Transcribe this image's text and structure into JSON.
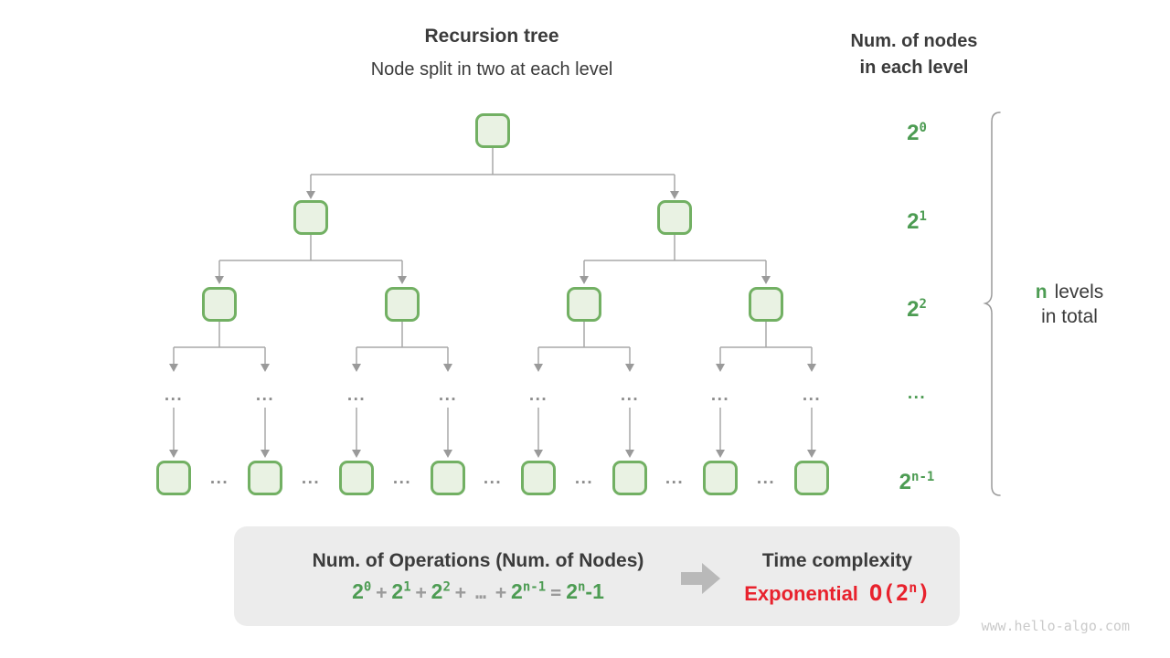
{
  "header": {
    "title": "Recursion tree",
    "subtitle": "Node split in two at each level"
  },
  "right_header": {
    "line1": "Num. of nodes",
    "line2": "in each level"
  },
  "level_labels": [
    {
      "base": "2",
      "exp": "0"
    },
    {
      "base": "2",
      "exp": "1"
    },
    {
      "base": "2",
      "exp": "2"
    },
    {
      "dots": "..."
    },
    {
      "base": "2",
      "exp": "n-1"
    }
  ],
  "tree": {
    "ellipsis": "..."
  },
  "brace_label": {
    "n": "n",
    "line1_rest": "levels",
    "line2": "in total"
  },
  "box": {
    "left_title": "Num. of Operations (Num. of Nodes)",
    "formula": {
      "t0": {
        "base": "2",
        "exp": "0"
      },
      "op0": "+",
      "t1": {
        "base": "2",
        "exp": "1"
      },
      "op1": "+",
      "t2": {
        "base": "2",
        "exp": "2"
      },
      "op2": "+",
      "dots": "…",
      "op3": "+",
      "t3": {
        "base": "2",
        "exp": "n-1"
      },
      "eq": "=",
      "t4": {
        "base": "2",
        "exp": "n",
        "suffix": "-1"
      }
    },
    "right_title": "Time complexity",
    "complexity": {
      "word": "Exponential",
      "prefix": "O(2",
      "exp": "n",
      "suffix": ")"
    }
  },
  "watermark": "www.hello-algo.com",
  "colors": {
    "green_text": "#4d9c53",
    "node_border": "#72b063",
    "node_fill": "#e9f2e3",
    "red_accent": "#e8222d",
    "line_gray": "#a8a8a8",
    "box_bg": "#ececec"
  }
}
